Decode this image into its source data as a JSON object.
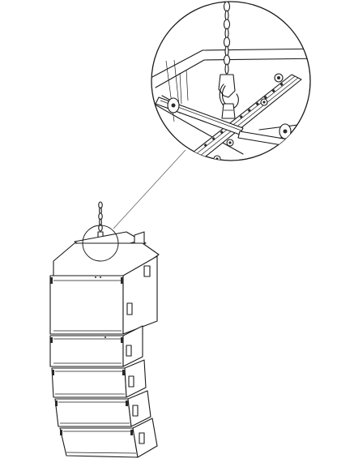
{
  "diagram": {
    "subject": "line-array-speaker-stack-flown-from-rigging-frame",
    "callout": "magnified-detail-of-rigging-frame-and-chain-hoist",
    "colors": {
      "line": "#1a1a1a",
      "background": "#ffffff"
    },
    "cabinet_count": 5
  }
}
